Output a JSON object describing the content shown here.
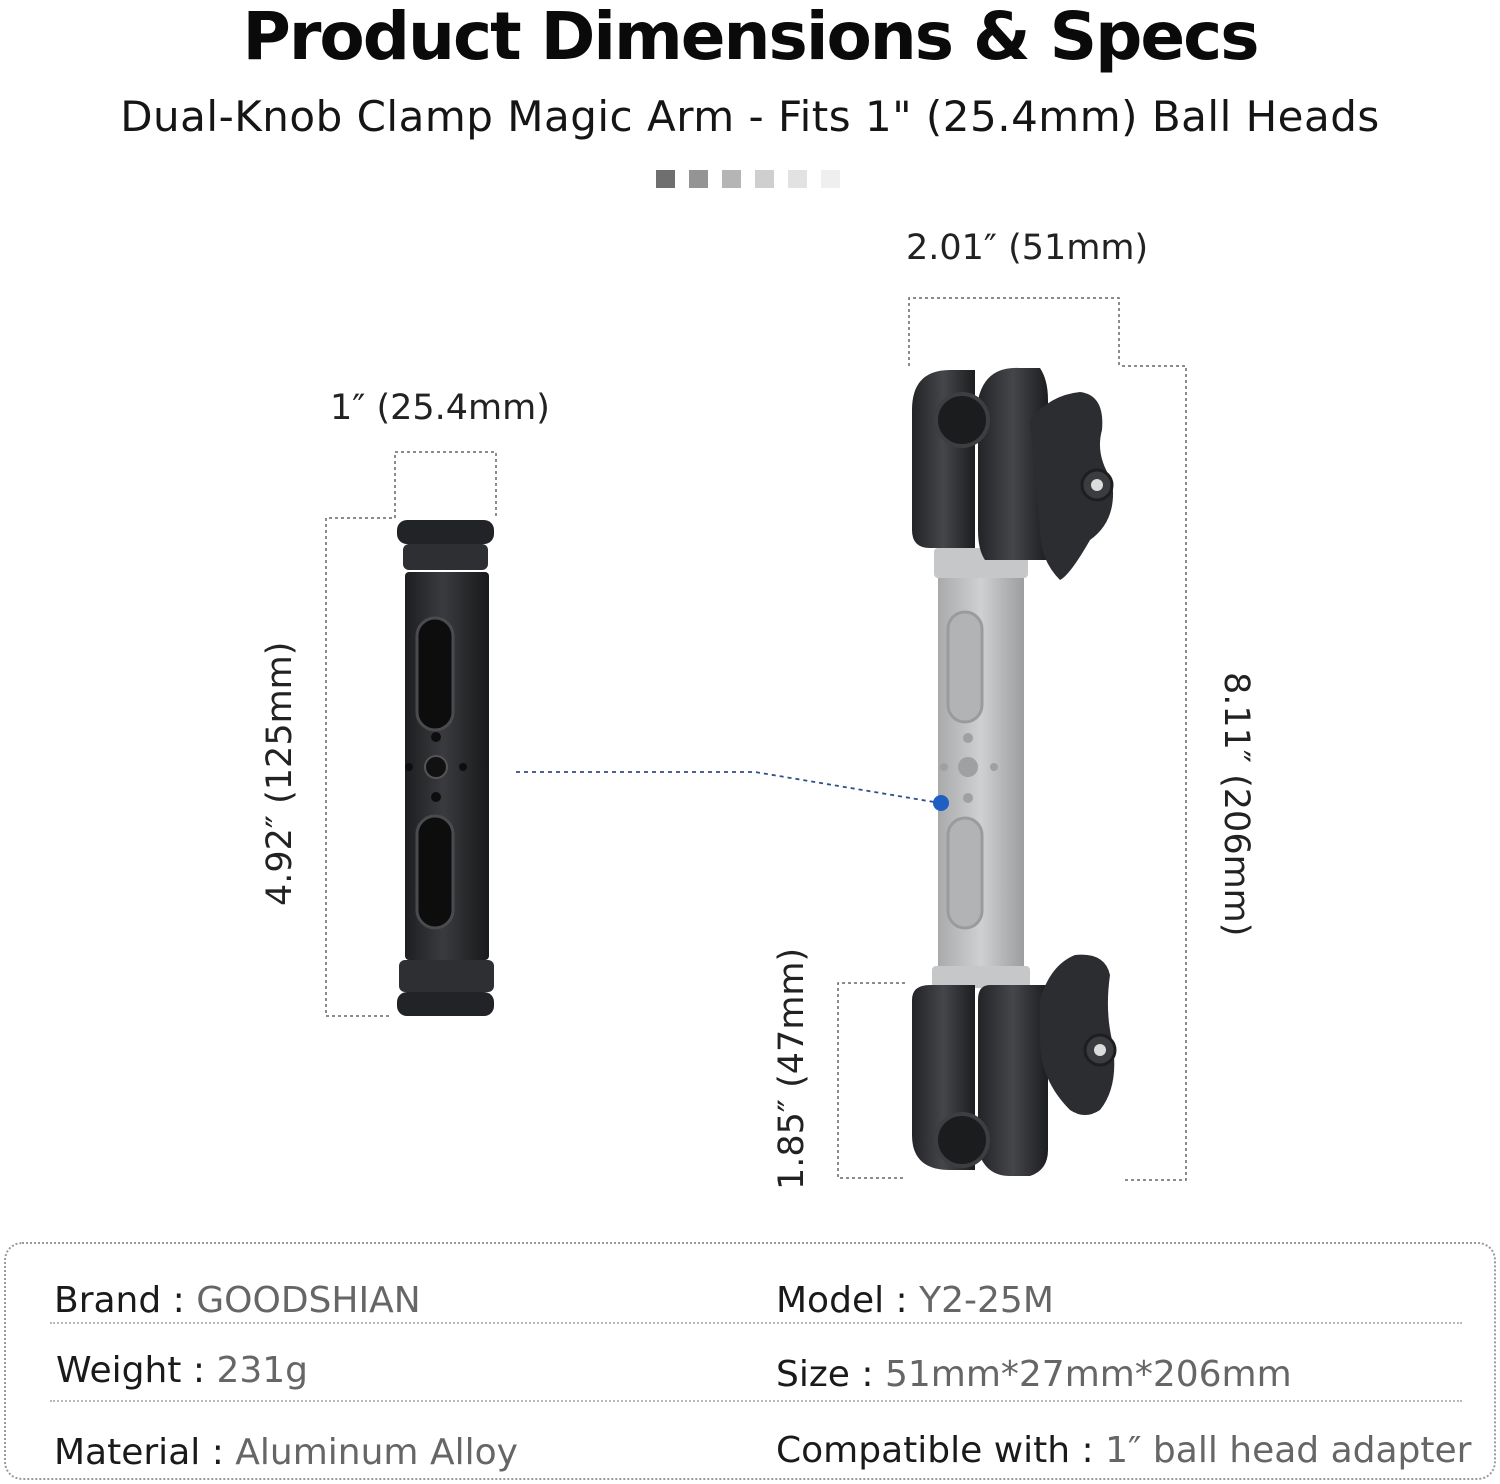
{
  "header": {
    "title": "Product Dimensions & Specs",
    "subtitle": "Dual-Knob Clamp Magic Arm - Fits 1\" (25.4mm) Ball Heads",
    "swatch_colors": [
      "#6f6f6f",
      "#949494",
      "#b5b5b5",
      "#cfcfcf",
      "#e2e2e2",
      "#efefef"
    ]
  },
  "dimensions": {
    "rod_width": "1″ (25.4mm)",
    "rod_length": "4.92″ (125mm)",
    "arm_width": "2.01″ (51mm)",
    "arm_length": "8.11″ (206mm)",
    "clamp_height": "1.85″ (47mm)"
  },
  "colors": {
    "accent_dot": "#1f5fc4",
    "metal_dark": "#2b2c2e",
    "metal_light": "#bfc0c2"
  },
  "specs": {
    "brand_label": "Brand :",
    "brand_value": "GOODSHIAN",
    "model_label": "Model :",
    "model_value": "Y2-25M",
    "weight_label": "Weight :",
    "weight_value": "231g",
    "size_label": "Size :",
    "size_value": "51mm*27mm*206mm",
    "material_label": "Material :",
    "material_value": "Aluminum Alloy",
    "compat_label": "Compatible with :",
    "compat_value": "1″ ball head adapter"
  }
}
